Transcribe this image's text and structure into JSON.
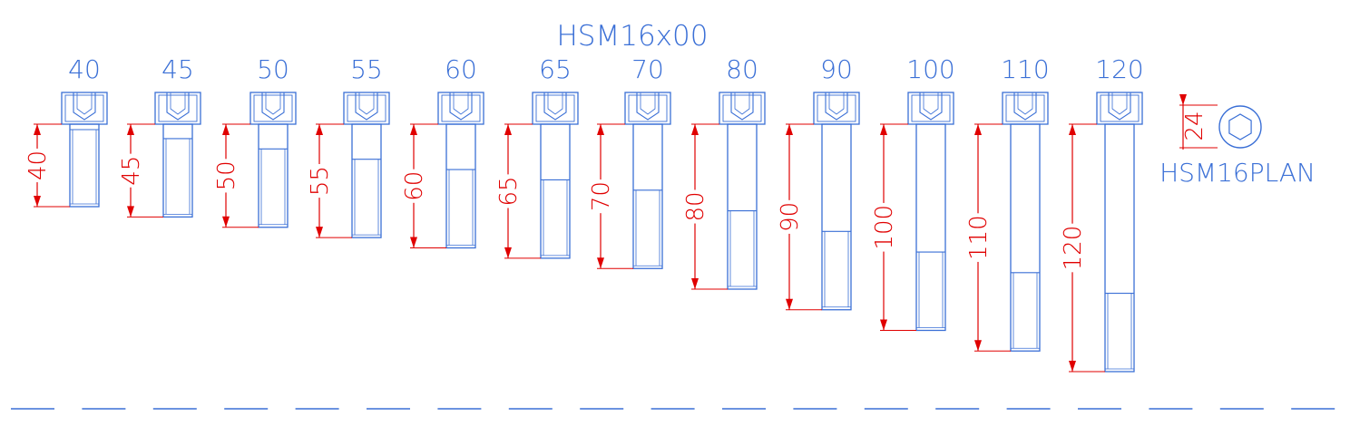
{
  "title": "HSM16x00",
  "plan_label": "HSM16PLAN",
  "plan_dimension": "24",
  "colors": {
    "geometry": "#3a6fd6",
    "dimension": "#e00000",
    "background": "#ffffff"
  },
  "bolts": [
    {
      "length": 40,
      "label": "40",
      "dim_label": "40"
    },
    {
      "length": 45,
      "label": "45",
      "dim_label": "45"
    },
    {
      "length": 50,
      "label": "50",
      "dim_label": "50"
    },
    {
      "length": 55,
      "label": "55",
      "dim_label": "55"
    },
    {
      "length": 60,
      "label": "60",
      "dim_label": "60"
    },
    {
      "length": 65,
      "label": "65",
      "dim_label": "65"
    },
    {
      "length": 70,
      "label": "70",
      "dim_label": "70"
    },
    {
      "length": 80,
      "label": "80",
      "dim_label": "80"
    },
    {
      "length": 90,
      "label": "90",
      "dim_label": "90"
    },
    {
      "length": 100,
      "label": "100",
      "dim_label": "100"
    },
    {
      "length": 110,
      "label": "110",
      "dim_label": "110"
    },
    {
      "length": 120,
      "label": "120",
      "dim_label": "120"
    }
  ]
}
